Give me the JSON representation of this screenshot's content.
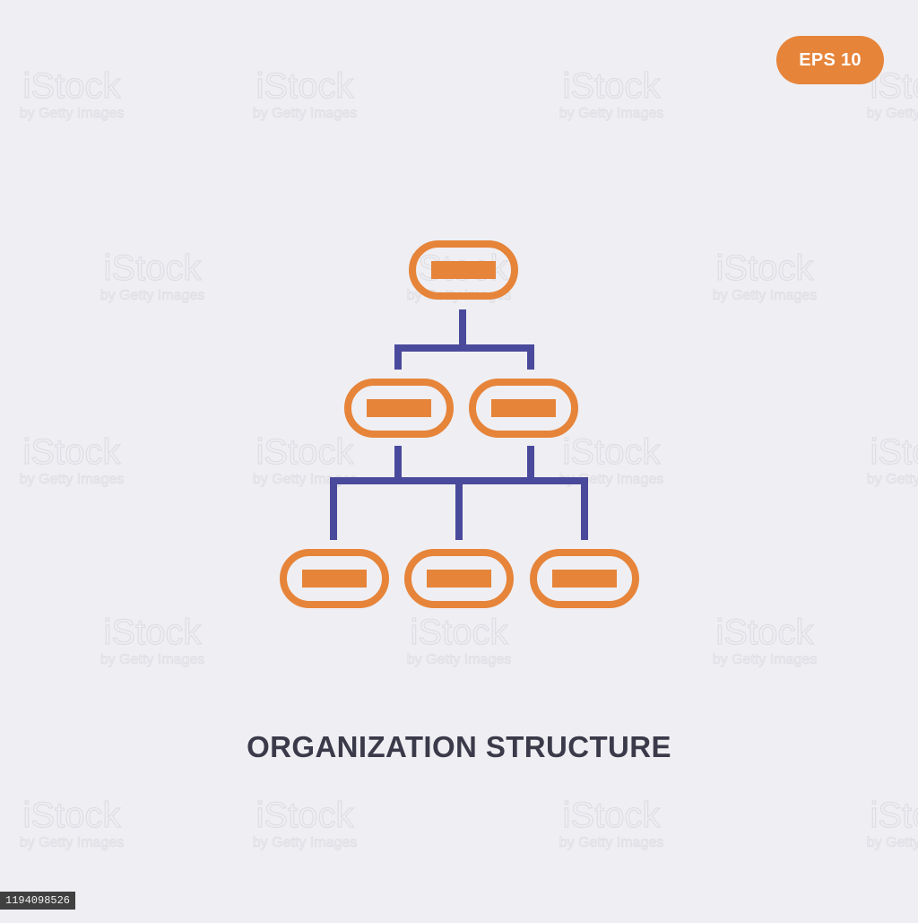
{
  "badge": {
    "label": "EPS 10"
  },
  "title": "ORGANIZATION STRUCTURE",
  "watermark": {
    "logo": "iStock",
    "credit": "by Getty Images"
  },
  "image_id": "1194098526",
  "icon": {
    "name": "organization-structure-icon",
    "accent_color": "#e6843a",
    "line_color": "#4a4a9c"
  },
  "colors": {
    "background": "#efeff3",
    "title": "#3b3a4a",
    "badge": "#e6843a"
  }
}
